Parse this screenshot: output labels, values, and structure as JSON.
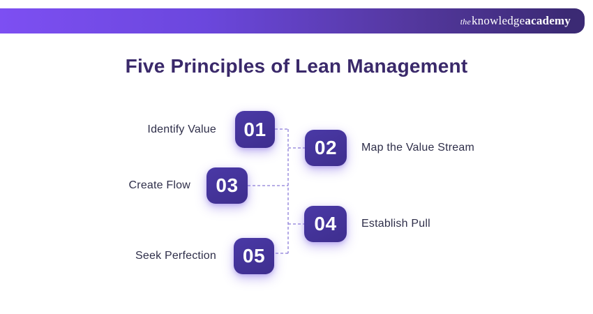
{
  "brand": {
    "the": "the",
    "knowledge": "knowledge",
    "academy": "academy"
  },
  "title": "Five Principles of Lean Management",
  "principles": [
    {
      "number": "01",
      "label": "Identify Value",
      "side": "left"
    },
    {
      "number": "02",
      "label": "Map the Value Stream",
      "side": "right"
    },
    {
      "number": "03",
      "label": "Create Flow",
      "side": "left"
    },
    {
      "number": "04",
      "label": "Establish Pull",
      "side": "right"
    },
    {
      "number": "05",
      "label": "Seek Perfection",
      "side": "left"
    }
  ],
  "colors": {
    "background": "#ffffff",
    "header_gradient_start": "#7d4ff2",
    "header_gradient_end": "#3b2a74",
    "box_fill": "#43339a",
    "box_number_text": "#ffffff",
    "title_text": "#3a296a",
    "label_text": "#2e2e49",
    "connector": "#8b7cd8",
    "logo_text": "#ffffff"
  }
}
